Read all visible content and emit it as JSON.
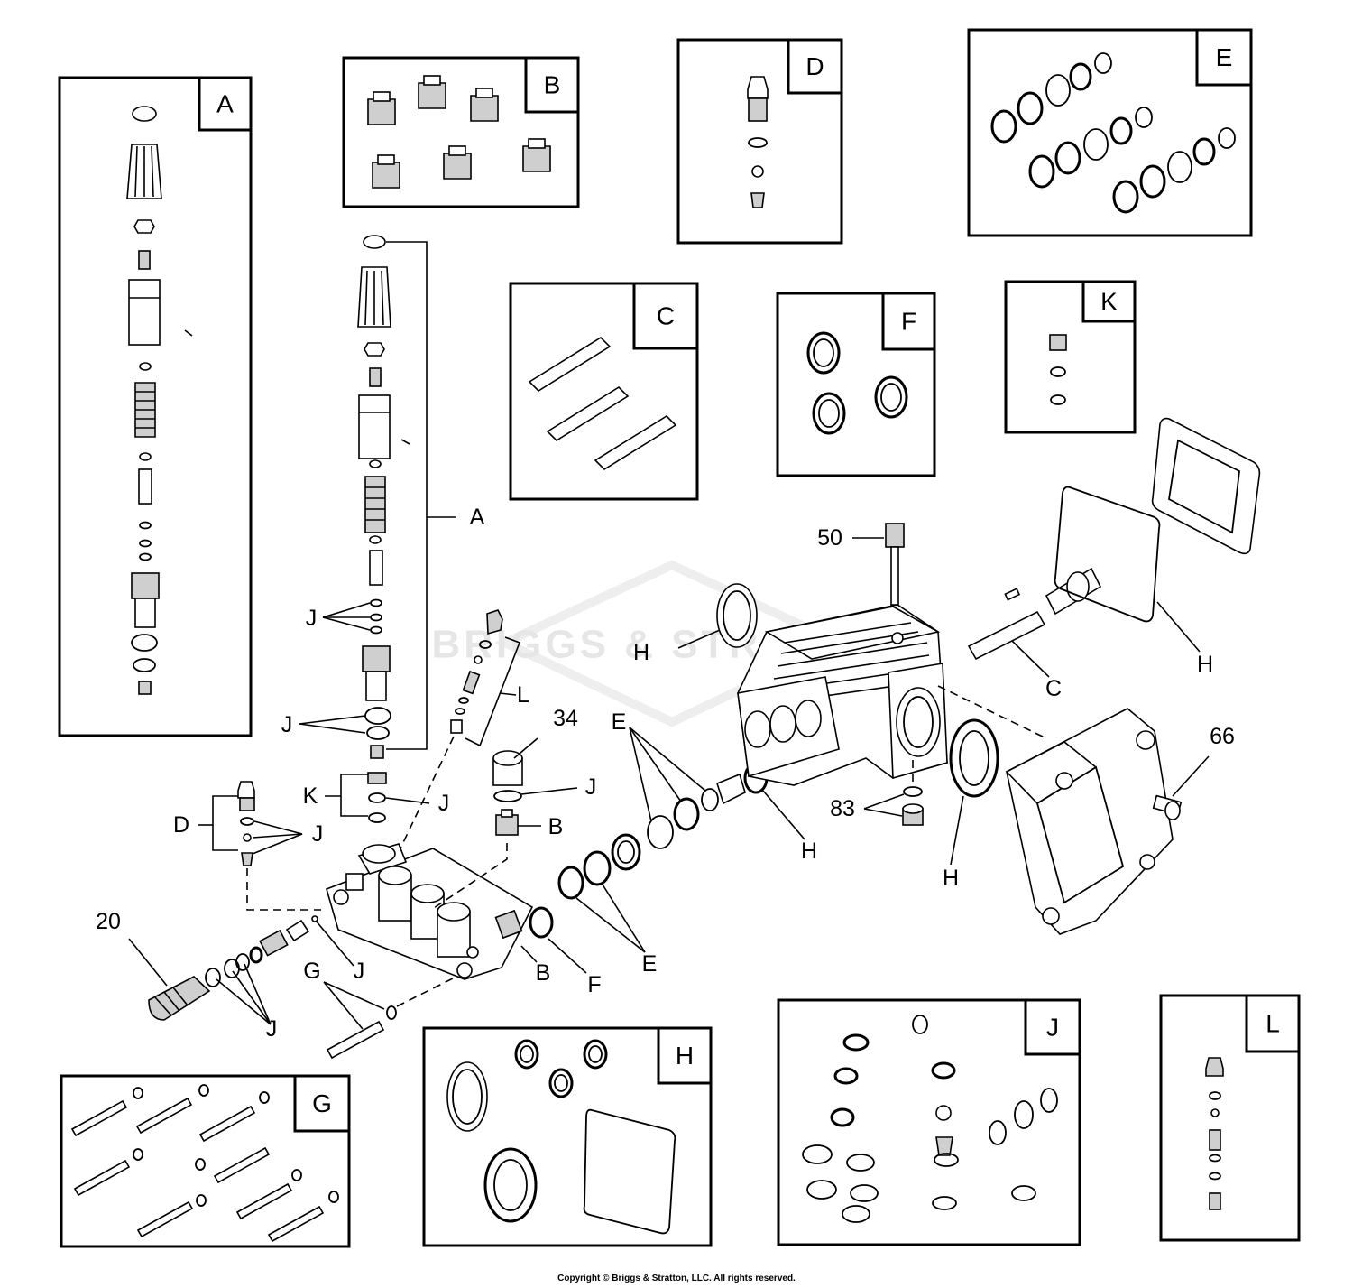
{
  "watermark": "BRIGGS & STRATTON",
  "copyright": "Copyright © Briggs & Stratton, LLC. All rights reserved.",
  "kit_boxes": {
    "A": "A",
    "B": "B",
    "C": "C",
    "D": "D",
    "E": "E",
    "F": "F",
    "G": "G",
    "H": "H",
    "J": "J",
    "K": "K",
    "L": "L"
  },
  "callouts": {
    "A": "A",
    "J_unloader_1": "J",
    "J_unloader_2": "J",
    "K": "K",
    "J_k": "J",
    "D": "D",
    "J_d": "J",
    "L": "L",
    "H_cap": "H",
    "num_50": "50",
    "C_rod": "C",
    "H_cover": "H",
    "num_34": "34",
    "J_plug": "J",
    "B_valve": "B",
    "E_upper": "E",
    "H_seal1": "H",
    "num_83": "83",
    "H_seal2": "H",
    "num_66": "66",
    "num_20": "20",
    "J_outlet": "J",
    "G_bolt": "G",
    "J_small": "J",
    "B_lower": "B",
    "F_ring": "F",
    "E_lower": "E"
  }
}
